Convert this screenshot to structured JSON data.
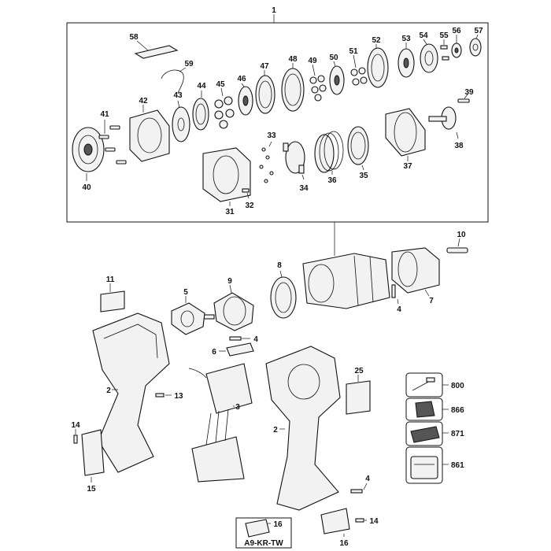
{
  "labels": {
    "c1": "1",
    "c2a": "2",
    "c2b": "2",
    "c3": "3",
    "c4a": "4",
    "c4b": "4",
    "c4c": "4",
    "c5": "5",
    "c6": "6",
    "c7": "7",
    "c8": "8",
    "c9": "9",
    "c10": "10",
    "c11": "11",
    "c13": "13",
    "c14a": "14",
    "c14b": "14",
    "c15": "15",
    "c16a": "16",
    "c16b": "16",
    "c25": "25",
    "c31": "31",
    "c32": "32",
    "c33": "33",
    "c34": "34",
    "c35": "35",
    "c36": "36",
    "c37": "37",
    "c38": "38",
    "c39": "39",
    "c40": "40",
    "c41": "41",
    "c42": "42",
    "c43": "43",
    "c44": "44",
    "c45": "45",
    "c46": "46",
    "c47": "47",
    "c48": "48",
    "c49": "49",
    "c50": "50",
    "c51": "51",
    "c52": "52",
    "c53": "53",
    "c54": "54",
    "c55": "55",
    "c56": "56",
    "c57": "57",
    "c58": "58",
    "c59": "59",
    "c800": "800",
    "c866": "866",
    "c871": "871",
    "c861": "861"
  },
  "inset_caption": "A9-KR-TW"
}
